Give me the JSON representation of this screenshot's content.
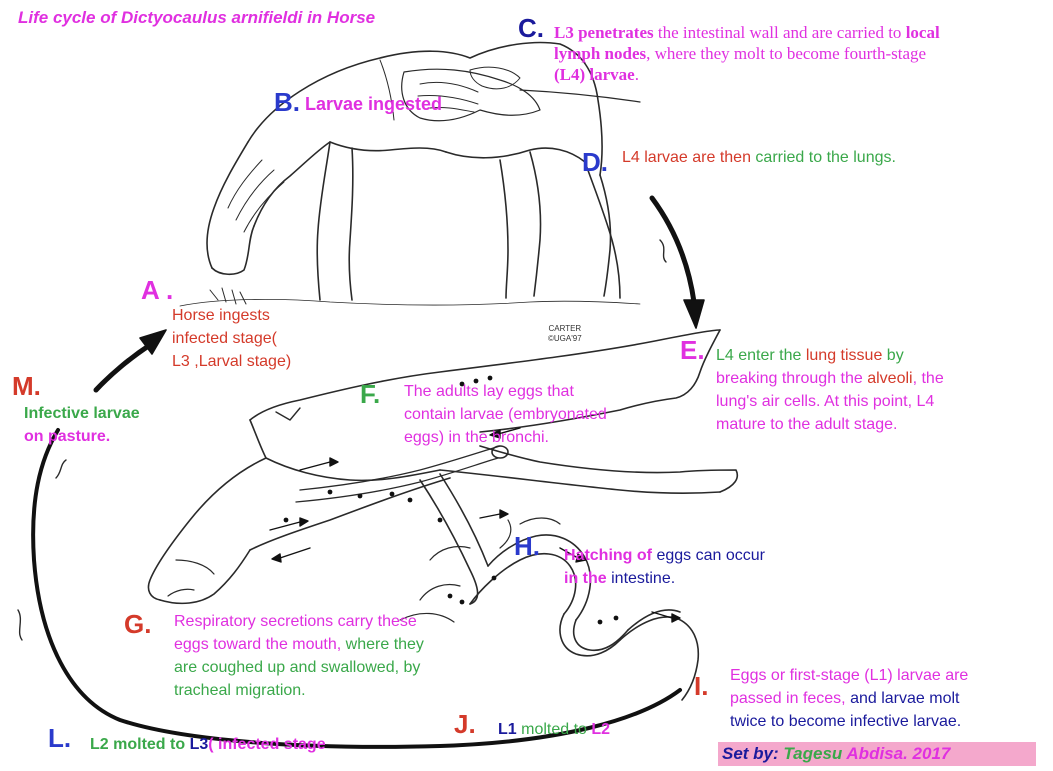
{
  "title": "Life cycle of Dictyocaulus arnifieldi in Horse",
  "horse_stamp": {
    "line1": "CARTER",
    "line2": "©UGA'97"
  },
  "steps": {
    "A": {
      "letter": "A .",
      "line1": "Horse ingests",
      "line2": "infected stage(",
      "line3": "L3 ,Larval stage)"
    },
    "B": {
      "letter": "B.",
      "text": "Larvae ingested"
    },
    "C": {
      "letter": "C.",
      "t1": "L3 penetrates",
      "t2": " the intestinal wall and are carried to ",
      "t3": "local",
      "t4": "lymph nodes",
      "t5": ", where they molt to become fourth-stage",
      "t6": "(L4) larvae",
      "t7": "."
    },
    "D": {
      "letter": "D.",
      "t1": "L4 larvae are then ",
      "t2": "carried to the lungs."
    },
    "E": {
      "letter": "E.",
      "t1": "L4 enter the ",
      "t2": "lung tissue",
      "t3": " by",
      "t4": "breaking through the ",
      "t5": "alveoli",
      "t6": ", the",
      "t7": "lung's air cells. At this point, L4",
      "t8": "mature to the adult stage."
    },
    "F": {
      "letter": "F.",
      "line1": "The adults lay eggs that",
      "line2": "contain larvae (embryonated",
      "line3": "eggs) in the bronchi."
    },
    "G": {
      "letter": "G.",
      "t1": "Respiratory secretions carry these",
      "t2": "eggs toward the mouth,",
      "t3": " where they",
      "t4": "are coughed up and swallowed, by",
      "t5": "tracheal migration."
    },
    "H": {
      "letter": "H.",
      "t1": "Hatching of",
      "t2": " eggs can occur",
      "t3": "in the",
      "t4": " intestine."
    },
    "I": {
      "letter": "I.",
      "line1": "Eggs or first-stage (L1) larvae are",
      "t2": "passed in feces,",
      "t3": " and larvae molt",
      "line3": "twice to become infective larvae."
    },
    "J": {
      "letter": "J.",
      "t1": "L1",
      "t2": " molted to ",
      "t3": "L2"
    },
    "L": {
      "letter": "L.",
      "t1": "L2 molted to ",
      "t2": "L3",
      "t3": "( infected stage"
    },
    "M": {
      "letter": "M.",
      "line1": "Infective larvae",
      "line2": "on pasture."
    }
  },
  "credit": {
    "label": "Set by:",
    "first": "Tagesu",
    "last": "Abdisa.",
    "year": "2017"
  }
}
